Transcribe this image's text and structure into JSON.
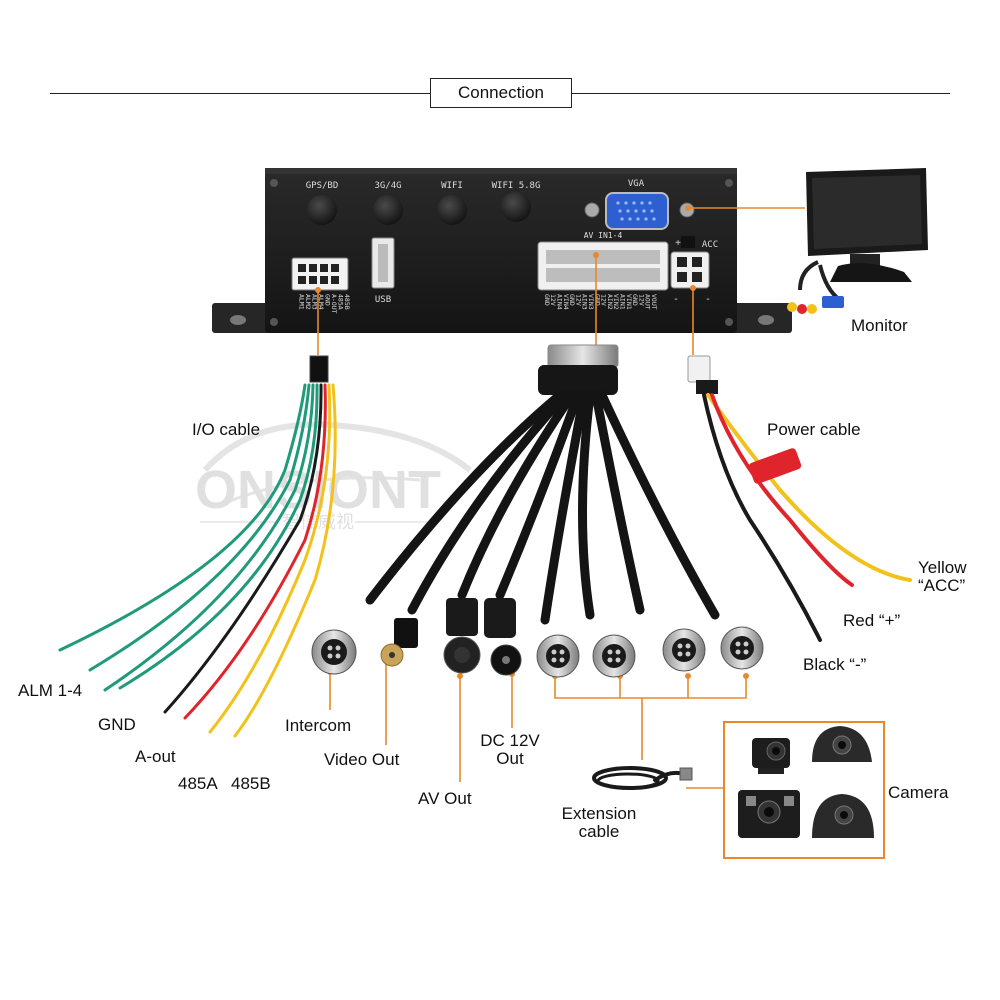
{
  "title": "Connection",
  "watermark": {
    "brand": "ONSIONT",
    "chinese": "智信威视"
  },
  "device": {
    "port_labels": {
      "gps": "GPS/BD",
      "g34": "3G/4G",
      "wifi": "WIFI",
      "wifi58": "WIFI 5.8G",
      "vga": "VGA",
      "av": "AV IN1-4",
      "acc": "ACC",
      "usb": "USB",
      "plus": "+",
      "minus_left": "-",
      "minus_right": "-"
    },
    "io_pins": [
      "485B",
      "485A",
      "A-OUT",
      "GND",
      "ALM4",
      "ALM3",
      "ALM2",
      "ALM1"
    ],
    "av_pins": [
      "VOUT",
      "AOUT",
      "12V",
      "GND",
      "VIN1",
      "AIN1",
      "VIN2",
      "AIN2",
      "12V",
      "GND",
      "VIN3",
      "AIN3",
      "12V",
      "GND",
      "VIN4",
      "AIN4",
      "12V",
      "GND"
    ]
  },
  "labels": {
    "monitor": "Monitor",
    "io_cable": "I/O cable",
    "power_cable": "Power cable",
    "yellow_acc_1": "Yellow",
    "yellow_acc_2": "“ACC”",
    "red_plus": "Red “+”",
    "black_minus": "Black “-”",
    "alm": "ALM 1-4",
    "gnd": "GND",
    "aout": "A-out",
    "a485": "485A",
    "b485": "485B",
    "intercom": "Intercom",
    "video_out": "Video Out",
    "av_out": "AV Out",
    "dc12v_1": "DC 12V",
    "dc12v_2": "Out",
    "extension_1": "Extension",
    "extension_2": "cable",
    "camera": "Camera"
  },
  "colors": {
    "accent": "#e8892b",
    "green_wire": "#1f9a7a",
    "red_wire": "#e0242b",
    "yellow_wire": "#f2c21a",
    "black_wire": "#1a1a1a",
    "device_body": "#1c1c1c"
  }
}
